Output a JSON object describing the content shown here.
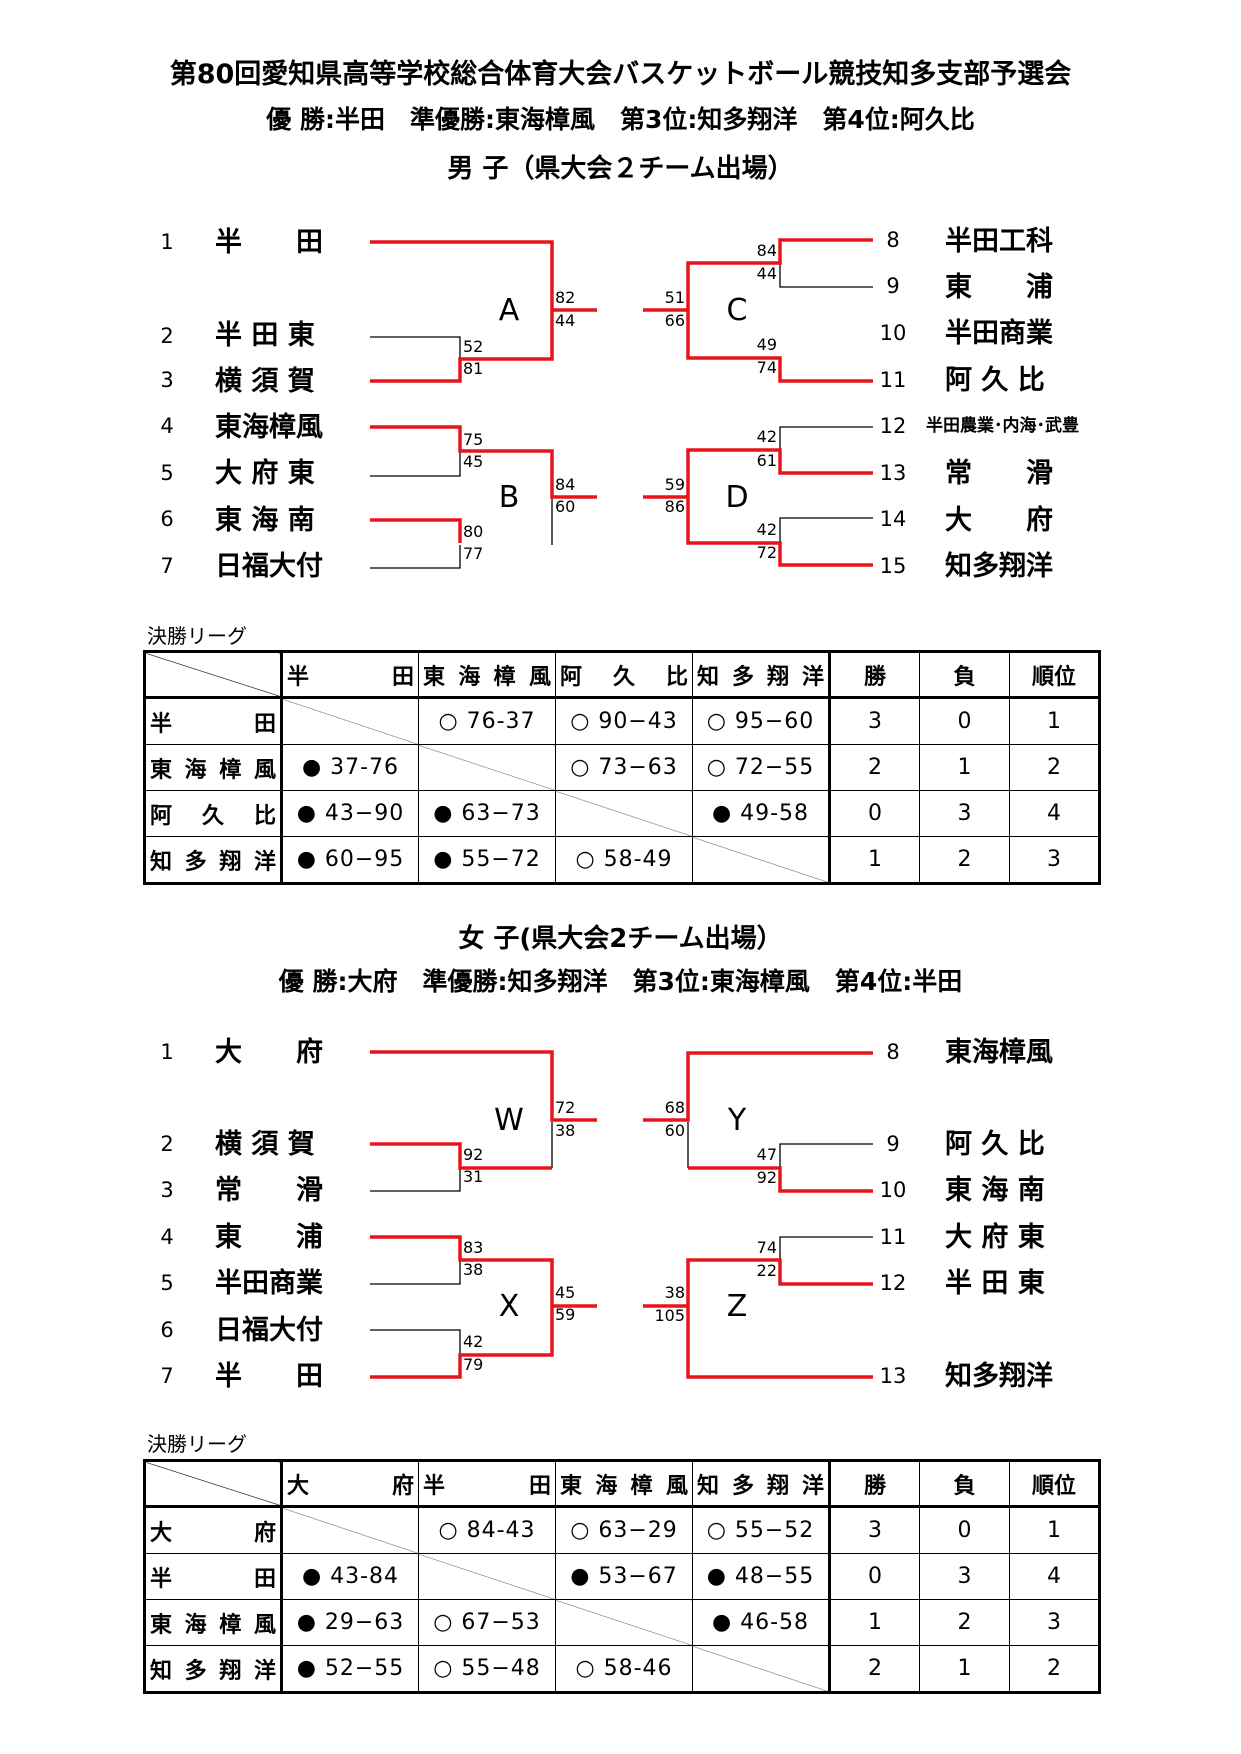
{
  "title": "第80回愛知県高等学校総合体育大会バスケットボール競技知多支部予選会",
  "boys": {
    "results_line": "優 勝:半田　準優勝:東海樟風　第3位:知多翔洋　第4位:阿久比",
    "heading": "男 子（県大会２チーム出場）",
    "left_teams": [
      {
        "no": "1",
        "name": "半　　田"
      },
      {
        "no": "2",
        "name": "半 田 東"
      },
      {
        "no": "3",
        "name": "横 須 賀"
      },
      {
        "no": "4",
        "name": "東海樟風"
      },
      {
        "no": "5",
        "name": "大 府 東"
      },
      {
        "no": "6",
        "name": "東 海 南"
      },
      {
        "no": "7",
        "name": "日福大付"
      }
    ],
    "right_teams": [
      {
        "no": "8",
        "name": "半田工科"
      },
      {
        "no": "9",
        "name": "東　　浦"
      },
      {
        "no": "10",
        "name": "半田商業"
      },
      {
        "no": "11",
        "name": "阿 久 比"
      },
      {
        "no": "12",
        "name": "半田農業･内海･武豊"
      },
      {
        "no": "13",
        "name": "常　　滑"
      },
      {
        "no": "14",
        "name": "大　　府"
      },
      {
        "no": "15",
        "name": "知多翔洋"
      }
    ],
    "blocks": [
      "A",
      "B",
      "C",
      "D"
    ],
    "scores": {
      "s23_top": "52",
      "s23_bot": "81",
      "s45_top": "75",
      "s45_bot": "45",
      "s67_top": "80",
      "s67_bot": "77",
      "sA_top": "82",
      "sA_bot": "44",
      "sB_top": "84",
      "sB_bot": "60",
      "s89_top": "84",
      "s89_bot": "44",
      "s1011_top": "49",
      "s1011_bot": "74",
      "s1213_top": "42",
      "s1213_bot": "61",
      "s1415_top": "42",
      "s1415_bot": "72",
      "sC_top": "51",
      "sC_bot": "66",
      "sD_top": "59",
      "sD_bot": "86"
    },
    "league_label": "決勝リーグ",
    "league": {
      "columns": [
        "半　　田",
        "東 海 樟 風",
        "阿　久　比",
        "知 多 翔 洋",
        "勝",
        "負",
        "順位"
      ],
      "rows": [
        {
          "team": "半　　田",
          "r1": "",
          "r2": "○ 76-37",
          "r3": "○ 90−43",
          "r4": "○ 95−60",
          "w": "3",
          "l": "0",
          "rank": "1"
        },
        {
          "team": "東 海 樟 風",
          "r1": "● 37-76",
          "r2": "",
          "r3": "○ 73−63",
          "r4": "○ 72−55",
          "w": "2",
          "l": "1",
          "rank": "2"
        },
        {
          "team": "阿　久　比",
          "r1": "● 43−90",
          "r2": "● 63−73",
          "r3": "",
          "r4": "● 49-58",
          "w": "0",
          "l": "3",
          "rank": "4"
        },
        {
          "team": "知 多 翔 洋",
          "r1": "● 60−95",
          "r2": "● 55−72",
          "r3": "○ 58-49",
          "r4": "",
          "w": "1",
          "l": "2",
          "rank": "3"
        }
      ]
    }
  },
  "girls": {
    "heading": "女 子(県大会2チーム出場）",
    "results_line": "優 勝:大府　準優勝:知多翔洋　第3位:東海樟風　第4位:半田",
    "left_teams": [
      {
        "no": "1",
        "name": "大　　府"
      },
      {
        "no": "2",
        "name": "横 須 賀"
      },
      {
        "no": "3",
        "name": "常　　滑"
      },
      {
        "no": "4",
        "name": "東　　浦"
      },
      {
        "no": "5",
        "name": "半田商業"
      },
      {
        "no": "6",
        "name": "日福大付"
      },
      {
        "no": "7",
        "name": "半　　田"
      }
    ],
    "right_teams": [
      {
        "no": "8",
        "name": "東海樟風"
      },
      {
        "no": "9",
        "name": "阿 久 比"
      },
      {
        "no": "10",
        "name": "東 海 南"
      },
      {
        "no": "11",
        "name": "大 府 東"
      },
      {
        "no": "12",
        "name": "半 田 東"
      },
      {
        "no": "13",
        "name": "知多翔洋"
      }
    ],
    "blocks": [
      "W",
      "X",
      "Y",
      "Z"
    ],
    "scores": {
      "s23_top": "92",
      "s23_bot": "31",
      "s45_top": "83",
      "s45_bot": "38",
      "s67_top": "42",
      "s67_bot": "79",
      "sW_top": "72",
      "sW_bot": "38",
      "sX_top": "45",
      "sX_bot": "59",
      "s910_top": "47",
      "s910_bot": "92",
      "s1112_top": "74",
      "s1112_bot": "22",
      "sY_top": "68",
      "sY_bot": "60",
      "sZ_top": "38",
      "sZ_bot": "105"
    },
    "league_label": "決勝リーグ",
    "league": {
      "columns": [
        "大　　府",
        "半　　田",
        "東 海 樟 風",
        "知 多 翔 洋",
        "勝",
        "負",
        "順位"
      ],
      "rows": [
        {
          "team": "大　　府",
          "r1": "",
          "r2": "○ 84-43",
          "r3": "○ 63−29",
          "r4": "○ 55−52",
          "w": "3",
          "l": "0",
          "rank": "1"
        },
        {
          "team": "半　　田",
          "r1": "● 43-84",
          "r2": "",
          "r3": "● 53−67",
          "r4": "● 48−55",
          "w": "0",
          "l": "3",
          "rank": "4"
        },
        {
          "team": "東 海 樟 風",
          "r1": "● 29−63",
          "r2": "○ 67−53",
          "r3": "",
          "r4": "● 46-58",
          "w": "1",
          "l": "2",
          "rank": "3"
        },
        {
          "team": "知 多 翔 洋",
          "r1": "● 52−55",
          "r2": "○ 55−48",
          "r3": "○ 58-46",
          "r4": "",
          "w": "2",
          "l": "1",
          "rank": "2"
        }
      ]
    }
  },
  "colors": {
    "win_line": "#e8141b",
    "lose_line": "#000000"
  }
}
